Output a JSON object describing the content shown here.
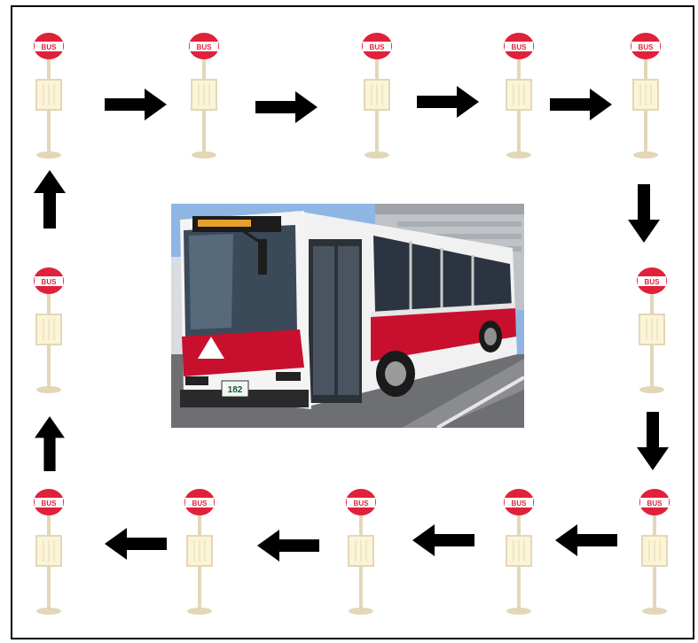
{
  "diagram": {
    "stop_sign_text": "BUS",
    "plate_text": "182",
    "colors": {
      "sign_red": "#e0213a",
      "pole": "#e3d7b8",
      "board": "#fbf4d6",
      "arrow": "#000000",
      "bus_red": "#c8102e",
      "bus_white": "#f4f4f4"
    },
    "stops": [
      {
        "id": "top-1"
      },
      {
        "id": "top-2"
      },
      {
        "id": "top-3"
      },
      {
        "id": "top-4"
      },
      {
        "id": "top-5"
      },
      {
        "id": "right-mid"
      },
      {
        "id": "bottom-5"
      },
      {
        "id": "bottom-4"
      },
      {
        "id": "bottom-3"
      },
      {
        "id": "bottom-2"
      },
      {
        "id": "bottom-1"
      },
      {
        "id": "left-mid"
      }
    ],
    "arrows": [
      {
        "direction": "right"
      },
      {
        "direction": "right"
      },
      {
        "direction": "right"
      },
      {
        "direction": "right"
      },
      {
        "direction": "down"
      },
      {
        "direction": "down"
      },
      {
        "direction": "left"
      },
      {
        "direction": "left"
      },
      {
        "direction": "left"
      },
      {
        "direction": "left"
      },
      {
        "direction": "up"
      },
      {
        "direction": "up"
      }
    ]
  }
}
